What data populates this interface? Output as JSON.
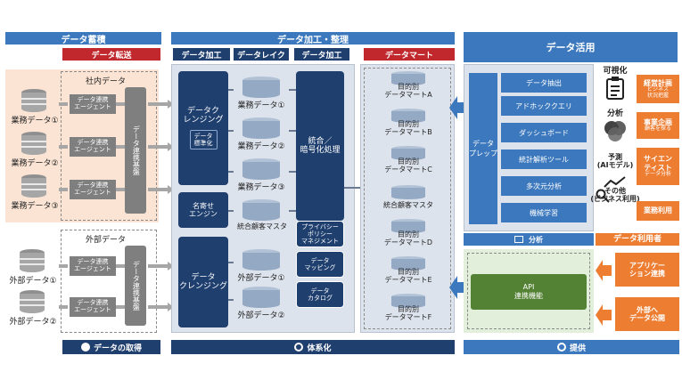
{
  "headers": {
    "data_storage": "データ蓄積",
    "data_processing_arrangement": "データ加工・整理",
    "data_utilization": "データ活用",
    "data_transfer": "データ転送",
    "data_processing_1": "データ加工",
    "data_lake": "データレイク",
    "data_processing_2": "データ加工",
    "data_mart": "データマート"
  },
  "acquisition": {
    "internal_label": "社内データ",
    "external_label": "外部データ",
    "internal_sources": [
      "業務データ①",
      "業務データ②",
      "業務データ③"
    ],
    "external_sources": [
      "外部データ①",
      "外部データ②"
    ],
    "agent_label": "データ連携\nエージェント",
    "internal_platform": "データ連携基盤",
    "external_platform": "データ連携基盤",
    "footer": "データの取得"
  },
  "processing": {
    "cleansing_1": "データク\nレンジング",
    "standardize": "データ\n標準化",
    "name_matching": "名寄せ\nエンジン",
    "cleansing_2": "データ\nクレンジング",
    "lake_items": [
      "業務データ①",
      "業務データ②",
      "業務データ③",
      "統合顧客マスタ",
      "外部データ①",
      "外部データ②"
    ],
    "integration": "統合／\n暗号化処理",
    "privacy_policy": "プライバシー\nポリシー\nマネジメント",
    "data_mapping": "データ\nマッピング",
    "data_catalog": "データ\nカタログ",
    "footer": "体系化"
  },
  "marts": [
    "目的別\nデータマートA",
    "目的別\nデータマートB",
    "目的別\nデータマートC",
    "統合顧客マスタ",
    "目的別\nデータマートD",
    "目的別\nデータマートE",
    "目的別\nデータマートF"
  ],
  "utilization": {
    "data_prep": "データ\nプレップ",
    "tools": [
      "データ抽出",
      "アドホッククエリ",
      "ダッシュボード",
      "統計解析ツール",
      "多次元分析",
      "機械学習"
    ],
    "analysis_label": "分析",
    "categories": [
      "可視化",
      "分析",
      "予測\n(AIモデル)",
      "その他\n(ビジネス利用)"
    ],
    "users_outputs": [
      {
        "title": "経営計画",
        "sub": "ビジネス\n状況把握"
      },
      {
        "title": "事業企画",
        "sub": "顧客を探る"
      },
      {
        "title": "サイエン\nティスト",
        "sub": "データ分析"
      },
      {
        "title": "業務利用",
        "sub": ""
      }
    ],
    "data_users": "データ利用者",
    "api": "API\n連携機能",
    "provision_outputs": [
      "アプリケー\nション連携",
      "外部へ\nデータ公開"
    ],
    "footer": "提供"
  },
  "colors": {
    "blue": "#3c78bd",
    "red": "#c0282d",
    "navy": "#1f3f6e",
    "orange": "#ed7d31",
    "green": "#548235",
    "peach": "#fbe4d4"
  }
}
